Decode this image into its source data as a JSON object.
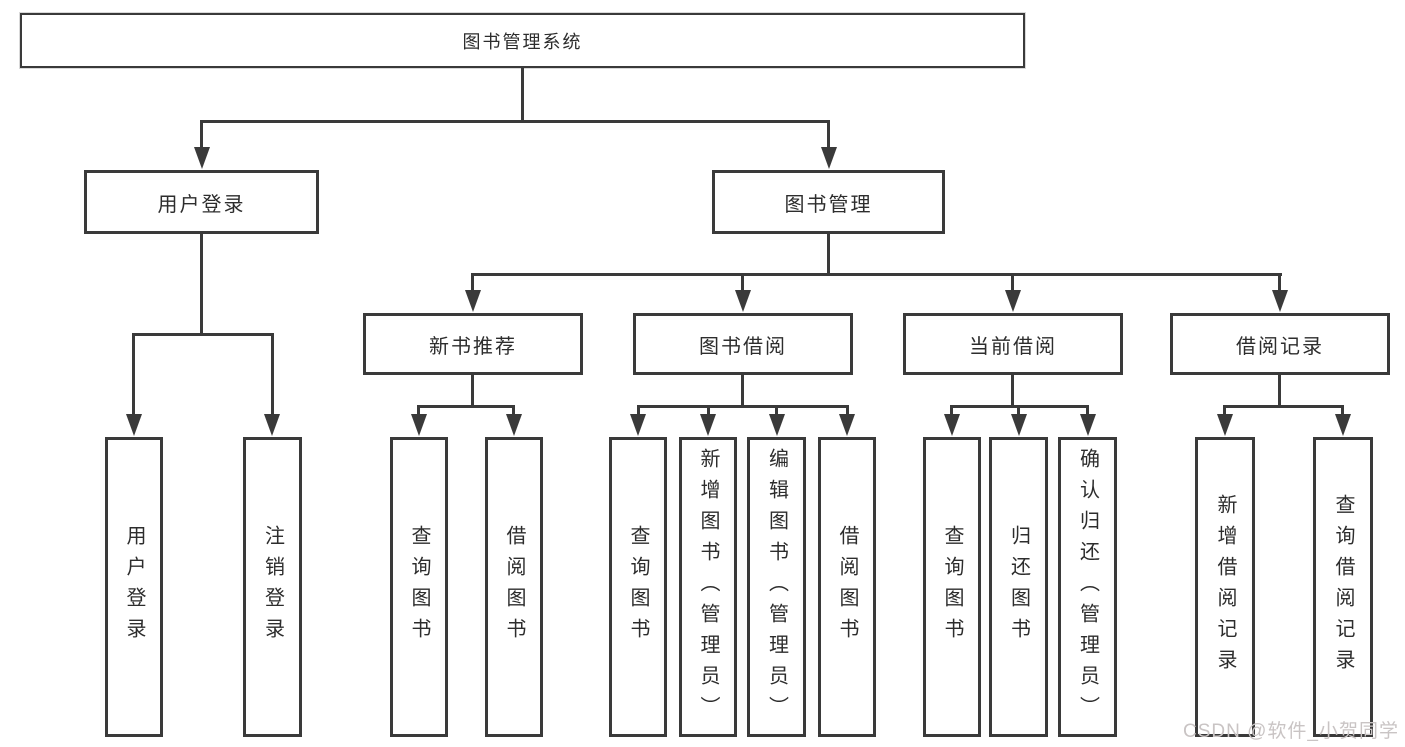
{
  "page": {
    "background": "#ffffff",
    "watermark": "CSDN @软件_小贺同学"
  },
  "colors": {
    "line": "#3a3a3a",
    "box_border": "#3a3a3a",
    "text": "#2d2d2d",
    "watermark_text": "#c9c4c4"
  },
  "tree": {
    "label": "图书管理系统",
    "children": [
      {
        "label": "用户登录",
        "children": [
          {
            "label": "用户登录"
          },
          {
            "label": "注销登录"
          }
        ]
      },
      {
        "label": "图书管理",
        "children": [
          {
            "label": "新书推荐",
            "children": [
              {
                "label": "查询图书"
              },
              {
                "label": "借阅图书"
              }
            ]
          },
          {
            "label": "图书借阅",
            "children": [
              {
                "label": "查询图书"
              },
              {
                "label": "新增图书（管理员）"
              },
              {
                "label": "编辑图书（管理员）"
              },
              {
                "label": "借阅图书"
              }
            ]
          },
          {
            "label": "当前借阅",
            "children": [
              {
                "label": "查询图书"
              },
              {
                "label": "归还图书"
              },
              {
                "label": "确认归还（管理员）"
              }
            ]
          },
          {
            "label": "借阅记录",
            "children": [
              {
                "label": "新增借阅记录"
              },
              {
                "label": "查询借阅记录"
              }
            ]
          }
        ]
      }
    ]
  }
}
